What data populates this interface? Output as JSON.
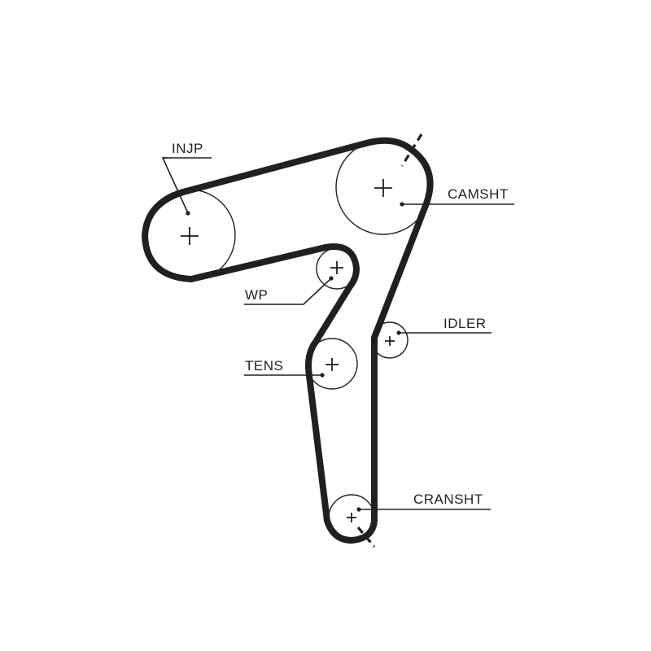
{
  "diagram": {
    "colors": {
      "line": "#231f20",
      "background": "#ffffff"
    },
    "labels": {
      "injp": "INJP",
      "camsht": "CAMSHT",
      "wp": "WP",
      "idler": "IDLER",
      "tens": "TENS",
      "cranksht": "CRANSHT"
    }
  }
}
